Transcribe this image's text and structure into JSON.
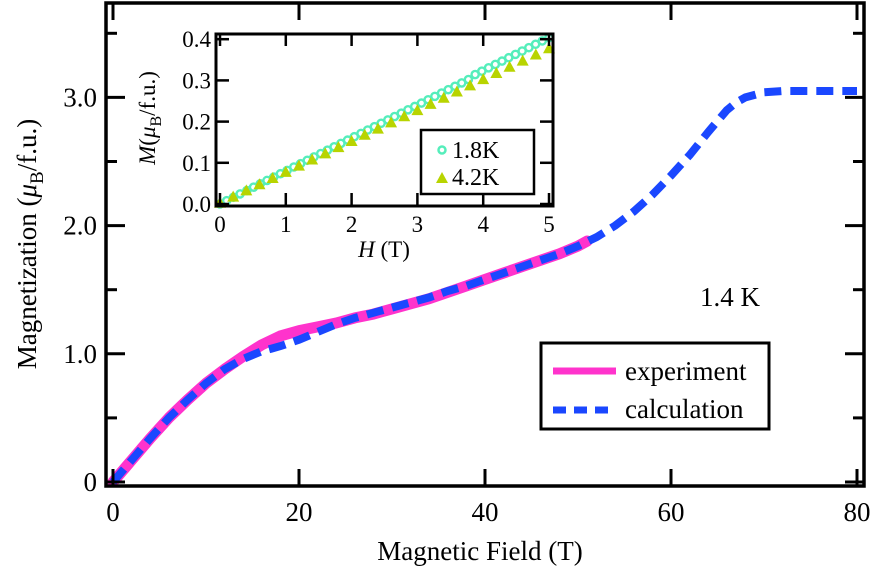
{
  "chart_data": [
    {
      "type": "line",
      "title": "",
      "xlabel": "Magnetic Field  (T)",
      "ylabel": "Magnetization (μB/f.u.)",
      "xlim": [
        -1,
        80.5
      ],
      "ylim": [
        -0.04,
        3.76
      ],
      "x_ticks": [
        0,
        20,
        40,
        60,
        80
      ],
      "x_tick_labels": [
        "0",
        "20",
        "40",
        "60",
        "80"
      ],
      "y_ticks": [
        0,
        1.0,
        2.0,
        3.0
      ],
      "y_tick_labels": [
        "0",
        "1.0",
        "2.0",
        "3.0"
      ],
      "y_minor_ticks": [
        0.5,
        1.5,
        2.5,
        3.5
      ],
      "grid": false,
      "annotation": "1.4 K",
      "legend_position": "lower right",
      "series": [
        {
          "name": "experiment",
          "color": "#ff33cc",
          "style": "solid",
          "x": [
            0,
            2,
            4,
            6,
            8,
            10,
            12,
            14,
            16,
            18,
            20,
            22,
            24,
            26,
            28,
            30,
            32,
            34,
            36,
            38,
            40,
            42,
            44,
            46,
            48,
            50,
            51
          ],
          "y": [
            0,
            0.17,
            0.34,
            0.5,
            0.64,
            0.77,
            0.88,
            0.98,
            1.07,
            1.14,
            1.18,
            1.21,
            1.24,
            1.28,
            1.31,
            1.35,
            1.39,
            1.43,
            1.48,
            1.53,
            1.58,
            1.63,
            1.68,
            1.73,
            1.78,
            1.84,
            1.88
          ]
        },
        {
          "name": "calculation",
          "color": "#1a47ff",
          "style": "dashed",
          "x": [
            0,
            2,
            4,
            6,
            8,
            10,
            12,
            14,
            16,
            17,
            18,
            20,
            22,
            24,
            26,
            28,
            30,
            32,
            34,
            36,
            38,
            40,
            42,
            44,
            46,
            48,
            50,
            52,
            54,
            56,
            58,
            60,
            62,
            64,
            66,
            67,
            68,
            70,
            72,
            75,
            78,
            80
          ],
          "y": [
            0,
            0.17,
            0.34,
            0.5,
            0.64,
            0.77,
            0.88,
            0.96,
            1.02,
            1.04,
            1.06,
            1.11,
            1.17,
            1.23,
            1.28,
            1.32,
            1.36,
            1.4,
            1.44,
            1.49,
            1.53,
            1.58,
            1.63,
            1.68,
            1.73,
            1.78,
            1.84,
            1.91,
            2.0,
            2.11,
            2.24,
            2.39,
            2.55,
            2.73,
            2.9,
            2.96,
            3.0,
            3.04,
            3.05,
            3.05,
            3.05,
            3.05
          ]
        }
      ]
    },
    {
      "type": "scatter",
      "title": "inset",
      "xlabel": "H (T)",
      "ylabel": "M(μB/f.u.)",
      "xlim": [
        -0.06,
        5.05
      ],
      "ylim": [
        -0.005,
        0.405
      ],
      "x_ticks": [
        0,
        1,
        2,
        3,
        4,
        5
      ],
      "x_tick_labels": [
        "0",
        "1",
        "2",
        "3",
        "4",
        "5"
      ],
      "y_ticks": [
        0.0,
        0.1,
        0.2,
        0.3,
        0.4
      ],
      "y_tick_labels": [
        "0.0",
        "0.1",
        "0.2",
        "0.3",
        "0.4"
      ],
      "grid": false,
      "legend_position": "lower right",
      "series": [
        {
          "name": "1.8K",
          "color": "#55eebb",
          "marker": "open-circle",
          "x_range": [
            0,
            5
          ],
          "slope": 0.08,
          "points": 50
        },
        {
          "name": "4.2K",
          "color": "#b8d400",
          "marker": "filled-triangle",
          "x_range": [
            0,
            5
          ],
          "slope": 0.075,
          "points": 26
        }
      ]
    }
  ],
  "labels": {
    "x_axis_title": "Magnetic Field  (T)",
    "y_axis_title_prefix": "Magnetization (",
    "y_axis_mu": "μ",
    "y_axis_sub": "B",
    "y_axis_suffix": "/f.u.)",
    "annotation": "1.4 K",
    "legend_experiment": "experiment",
    "legend_calculation": "calculation",
    "inset_x_title_italic": "H",
    "inset_x_title_rest": " (T)",
    "inset_y_title_italic": "M",
    "inset_y_title_open": "(",
    "inset_y_mu": "μ",
    "inset_y_sub": "B",
    "inset_y_suffix": "/f.u.)",
    "inset_legend_1": "1.8K",
    "inset_legend_2": "4.2K",
    "main_x_ticks": [
      "0",
      "20",
      "40",
      "60",
      "80"
    ],
    "main_y_ticks": [
      "0",
      "1.0",
      "2.0",
      "3.0"
    ],
    "inset_x_ticks": [
      "0",
      "1",
      "2",
      "3",
      "4",
      "5"
    ],
    "inset_y_ticks": [
      "0.0",
      "0.1",
      "0.2",
      "0.3",
      "0.4"
    ]
  }
}
